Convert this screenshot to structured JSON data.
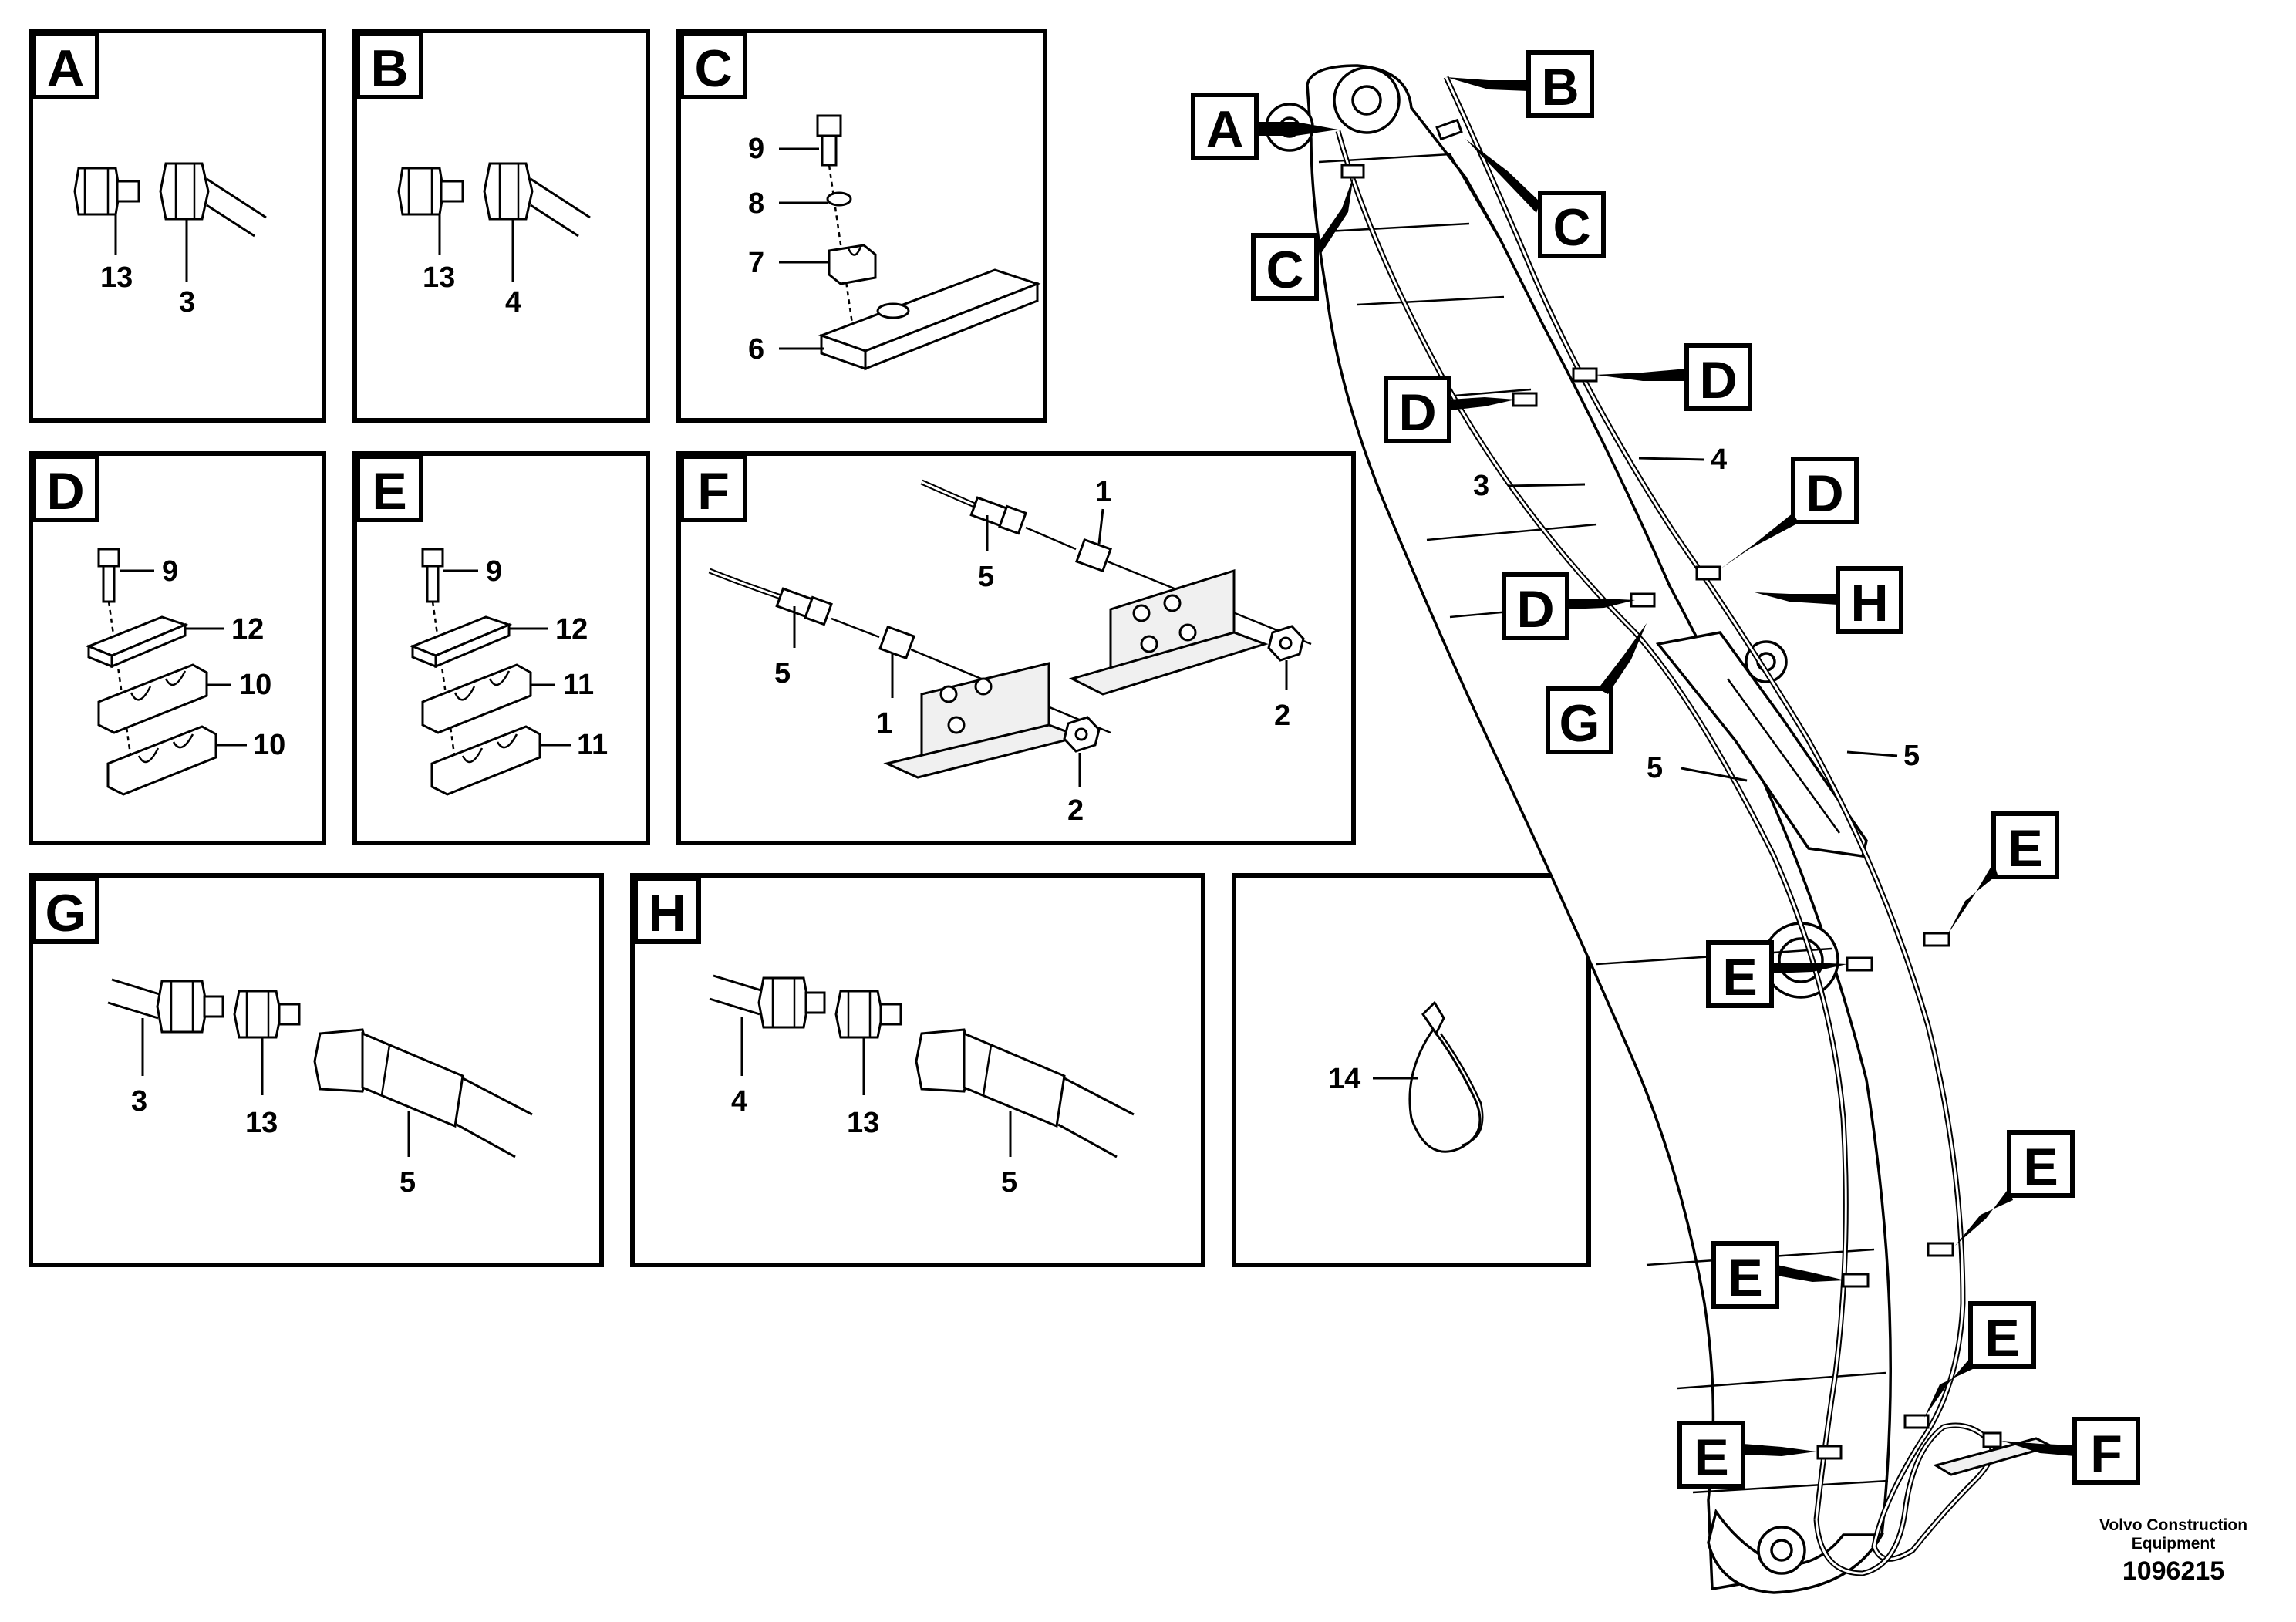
{
  "panels": {
    "A": {
      "tag": "A",
      "labels": [
        "13",
        "3"
      ]
    },
    "B": {
      "tag": "B",
      "labels": [
        "13",
        "4"
      ]
    },
    "C": {
      "tag": "C",
      "labels": [
        "9",
        "8",
        "7",
        "6"
      ]
    },
    "D": {
      "tag": "D",
      "labels": [
        "9",
        "12",
        "10",
        "10"
      ]
    },
    "E": {
      "tag": "E",
      "labels": [
        "9",
        "12",
        "11",
        "11"
      ]
    },
    "F": {
      "tag": "F",
      "labels": [
        "1",
        "5",
        "5",
        "1",
        "2",
        "2"
      ]
    },
    "G": {
      "tag": "G",
      "labels": [
        "3",
        "13",
        "5"
      ]
    },
    "H": {
      "tag": "H",
      "labels": [
        "4",
        "13",
        "5"
      ]
    },
    "tie": {
      "labels": [
        "14"
      ]
    }
  },
  "main": {
    "tags": [
      "A",
      "B",
      "C",
      "C",
      "D",
      "D",
      "D",
      "D",
      "H",
      "G",
      "E",
      "E",
      "E",
      "E",
      "E",
      "E",
      "F"
    ],
    "hose_labels": [
      "3",
      "4",
      "5",
      "5"
    ]
  },
  "footer": {
    "company_line1": "Volvo Construction",
    "company_line2": "Equipment",
    "doc_id": "1096215"
  }
}
